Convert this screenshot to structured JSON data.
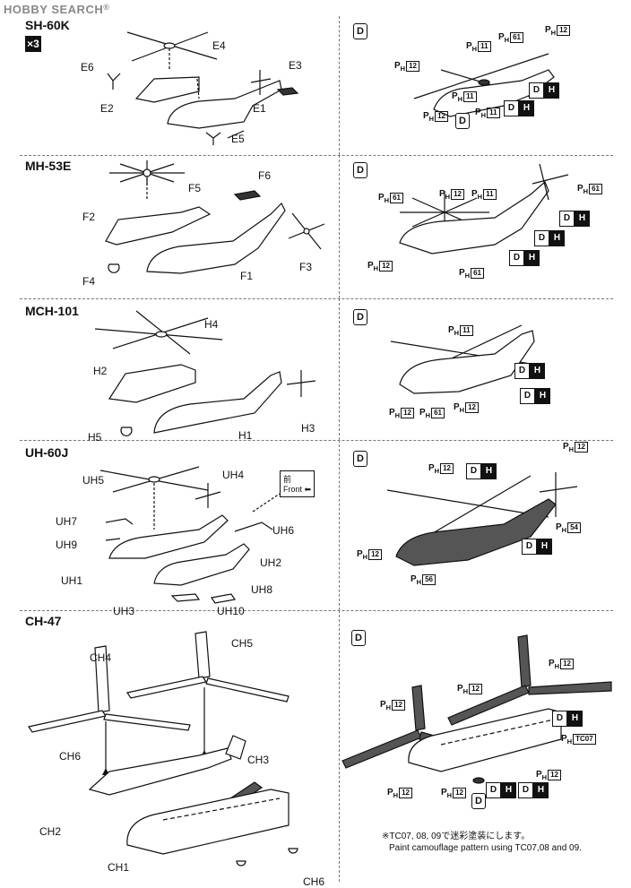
{
  "watermark": "HOBBY SEARCH",
  "watermark_mark": "®",
  "sections": [
    {
      "model": "SH-60K",
      "qty": "×3",
      "parts": [
        "E1",
        "E2",
        "E3",
        "E4",
        "E5",
        "E6"
      ],
      "paint": [
        {
          "num": "12"
        },
        {
          "num": "61"
        },
        {
          "num": "11"
        },
        {
          "num": "12"
        },
        {
          "num": "12"
        },
        {
          "num": "11"
        },
        {
          "num": "11"
        }
      ]
    },
    {
      "model": "MH-53E",
      "parts": [
        "F1",
        "F2",
        "F3",
        "F4",
        "F5",
        "F6"
      ],
      "paint": [
        {
          "num": "61"
        },
        {
          "num": "12"
        },
        {
          "num": "11"
        },
        {
          "num": "61"
        },
        {
          "num": "12"
        },
        {
          "num": "61"
        }
      ]
    },
    {
      "model": "MCH-101",
      "parts": [
        "H1",
        "H2",
        "H3",
        "H4",
        "H5"
      ],
      "paint": [
        {
          "num": "11"
        },
        {
          "num": "12"
        },
        {
          "num": "61"
        },
        {
          "num": "12"
        }
      ]
    },
    {
      "model": "UH-60J",
      "parts": [
        "UH1",
        "UH2",
        "UH3",
        "UH4",
        "UH5",
        "UH6",
        "UH7",
        "UH8",
        "UH9",
        "UH10"
      ],
      "front_kanji": "前",
      "front_label": "Front",
      "paint": [
        {
          "num": "12"
        },
        {
          "num": "12"
        },
        {
          "num": "54"
        },
        {
          "num": "12"
        },
        {
          "num": "56"
        }
      ]
    },
    {
      "model": "CH-47",
      "parts": [
        "CH1",
        "CH2",
        "CH3",
        "CH4",
        "CH5",
        "CH6",
        "CH6"
      ],
      "paint": [
        {
          "num": "12"
        },
        {
          "num": "12"
        },
        {
          "num": "12"
        },
        {
          "num": "TC07"
        },
        {
          "num": "12"
        },
        {
          "num": "12"
        },
        {
          "num": "12"
        }
      ],
      "note_jp": "※TC07, 08, 09で迷彩塗装にします。",
      "note_en": "Paint camouflage pattern using TC07,08 and 09."
    }
  ],
  "badge_d": "D",
  "badge_h": "H",
  "paint_prefix": "P",
  "paint_sub": "H"
}
